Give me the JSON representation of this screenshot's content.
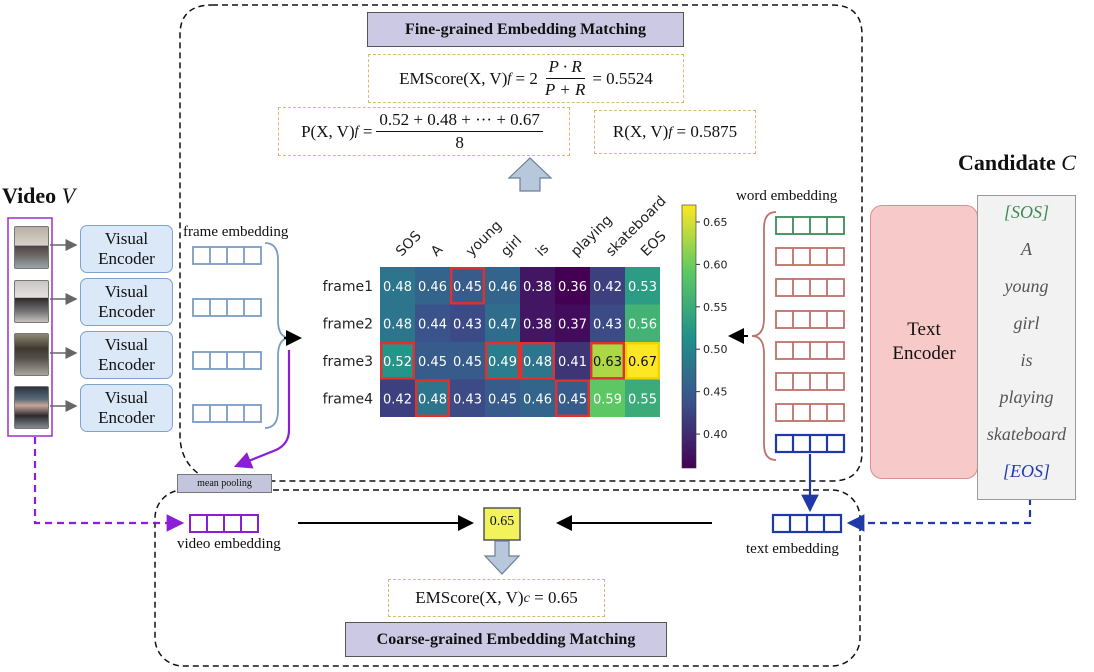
{
  "fine_title": "Fine-grained Embedding Matching",
  "coarse_title": "Coarse-grained Embedding Matching",
  "formulas": {
    "ems_f_lhs": "EMScore(X, V)",
    "ems_f_sub": "f",
    "ems_f_coef": "= 2",
    "ems_f_num": "P · R",
    "ems_f_den": "P + R",
    "ems_f_val": "= 0.5524",
    "p_lhs": "P(X, V)",
    "p_sub": "f",
    "p_eq": "=",
    "p_num": "0.52 + 0.48 + ··· + 0.67",
    "p_den": "8",
    "r_lhs": "R(X, V)",
    "r_sub": "f",
    "r_val": "= 0.5875",
    "ems_c_lhs": "EMScore(X, V)",
    "ems_c_sub": "c",
    "ems_c_val": "= 0.65"
  },
  "video_title": "Video",
  "video_var": "V",
  "candidate_title": "Candidate",
  "candidate_var": "C",
  "visual_encoder_label": "Visual\nEncoder",
  "text_encoder_label": "Text\nEncoder",
  "frame_embedding_label": "frame embedding",
  "word_embedding_label": "word embedding",
  "video_embedding_label": "video embedding",
  "text_embedding_label": "text embedding",
  "mean_pooling_label": "mean pooling",
  "coarse_score": "0.65",
  "candidate_tokens": [
    "[SOS]",
    "A",
    "young",
    "girl",
    "is",
    "playing",
    "skateboard",
    "[EOS]"
  ],
  "heatmap": {
    "columns": [
      "SOS",
      "A",
      "young",
      "girl",
      "is",
      "playing",
      "skateboard",
      "EOS"
    ],
    "rows": [
      "frame1",
      "frame2",
      "frame3",
      "frame4"
    ],
    "values": [
      [
        0.48,
        0.46,
        0.45,
        0.46,
        0.38,
        0.36,
        0.42,
        0.53
      ],
      [
        0.48,
        0.44,
        0.43,
        0.47,
        0.38,
        0.37,
        0.43,
        0.56
      ],
      [
        0.52,
        0.45,
        0.45,
        0.49,
        0.48,
        0.41,
        0.63,
        0.67
      ],
      [
        0.42,
        0.48,
        0.43,
        0.45,
        0.46,
        0.45,
        0.59,
        0.55
      ]
    ],
    "highlighted": [
      [
        0,
        2
      ],
      [
        2,
        0
      ],
      [
        2,
        3
      ],
      [
        2,
        4
      ],
      [
        2,
        6
      ],
      [
        2,
        7
      ],
      [
        3,
        1
      ],
      [
        3,
        5
      ]
    ],
    "highlight_colors": {
      "default": "#e03030",
      "max": "#f5d000"
    },
    "max_cell": [
      2,
      7
    ],
    "colorbar_ticks": [
      "0.65",
      "0.60",
      "0.55",
      "0.50",
      "0.45",
      "0.40"
    ],
    "colorbar_range": [
      0.36,
      0.67
    ]
  },
  "colors": {
    "frame_emb": "#7a9cc4",
    "word_emb_green": "#3d8a55",
    "word_emb_red": "#c0706a",
    "word_emb_blue": "#1f3aa8",
    "video_emb": "#8b1fd6",
    "text_emb": "#1f3aa8"
  }
}
